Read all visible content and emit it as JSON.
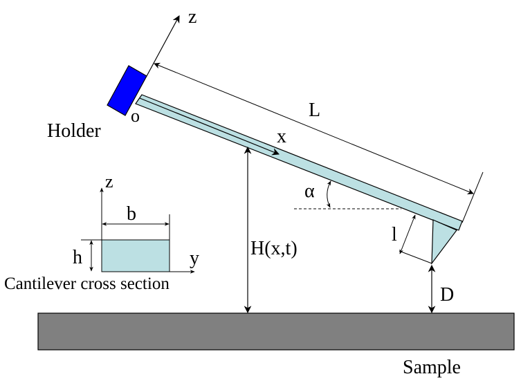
{
  "diagram": {
    "labels": {
      "holder": "Holder",
      "origin": "o",
      "z_axis": "z",
      "x_axis": "x",
      "length": "L",
      "angle": "α",
      "height": "H(x,t)",
      "tip_length": "l",
      "distance": "D",
      "sample": "Sample"
    },
    "cross_section": {
      "title": "Cantilever cross section",
      "z_axis": "z",
      "y_axis": "y",
      "width": "b",
      "thickness": "h"
    },
    "colors": {
      "holder": "#0000ff",
      "cantilever": "#bce0e3",
      "sample": "#808080"
    }
  }
}
